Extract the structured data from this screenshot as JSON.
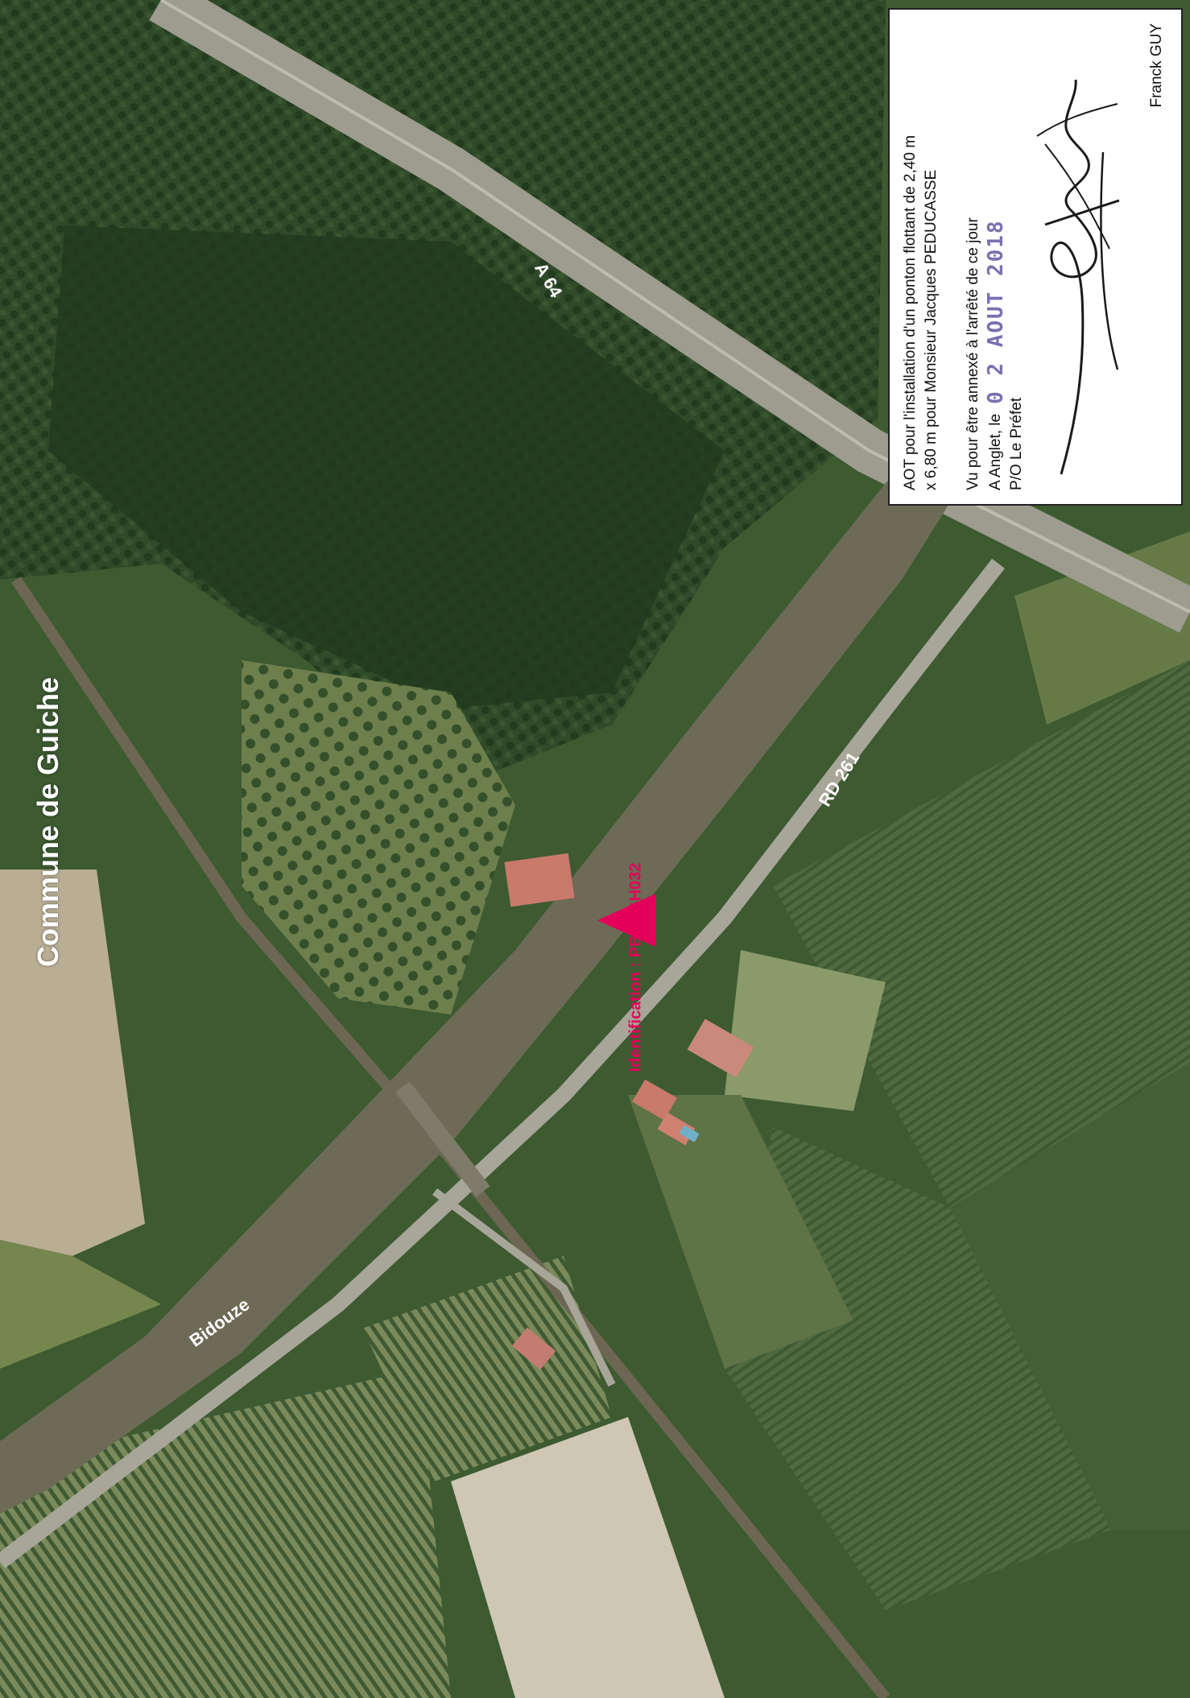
{
  "map": {
    "commune_label": "Commune de Guiche",
    "river_label": "Bidouze",
    "motorway_label": "A 64",
    "road_label": "RD 261",
    "marker_label": "Identification : PBZDGH032",
    "marker_color": "#e4005a"
  },
  "stamp": {
    "title_line1": "AOT pour l'installation d'un ponton flottant de 2,40 m",
    "title_line2": "x 6,80 m pour Monsieur Jacques PEDUCASSE",
    "annex_line": "Vu pour être annexé à l'arrêté de ce jour",
    "place_line": "A Anglet, le",
    "date_stamp": "0 2 AOUT 2018",
    "delegation_line": "P/O Le Préfet",
    "signatory": "Franck GUY"
  },
  "colors": {
    "forest": "#2c4424",
    "orchard": "#4f6a3a",
    "field": "#566f44",
    "river": "#6d6b56",
    "road": "#9d9c8e",
    "roof": "#c97a6b"
  }
}
